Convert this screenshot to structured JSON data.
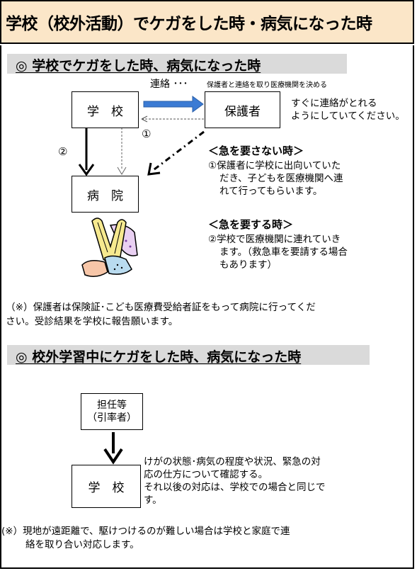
{
  "title": "学校（校外活動）でケガをした時・病気になった時",
  "section1": {
    "heading": "◎ 学校でケガをした時、病気になった時",
    "school": "学　校",
    "guardian": "保護者",
    "hospital": "病　院",
    "contact_label": "連絡 ･･･",
    "contact_note": "保護者と連絡を取り医療機関を決める",
    "marker_1": "①",
    "marker_2": "②",
    "guardian_note_1": "すぐに連絡がとれる",
    "guardian_note_2": "ようにしていてください。",
    "non_urgent_heading": "＜急を要さない時＞",
    "non_urgent_1": "①保護者に学校に出向いていた",
    "non_urgent_2": "だき、子どもを医療機関へ連",
    "non_urgent_3": "れて行ってもらいます。",
    "urgent_heading": "＜急を要する時＞",
    "urgent_1": "②学校で医療機関に連れていき",
    "urgent_2": "ます。（救急車を要請する場合",
    "urgent_3": "もあります）",
    "note_1": "（※）保護者は保険証･こども医療費受給者証をもって病院に行ってくだ",
    "note_2": "さい。受診結果を学校に報告願います。"
  },
  "section2": {
    "heading": "◎ 校外学習中にケガをした時、病気になった時",
    "teacher_1": "担任等",
    "teacher_2": "（引率者）",
    "school": "学　校",
    "desc_1": "けがの状態･病気の程度や状況、緊急の対",
    "desc_2": "応の仕方について確認する。",
    "desc_3": "それ以後の対応は、学校での場合と同じで",
    "desc_4": "す。",
    "note_1": "(※）現地が遠距離で、駆けつけるのが難しい場合は学校と家庭で連",
    "note_2": "絡を取り合い対応します。"
  },
  "colors": {
    "title_bg": "#fbe6c8",
    "section_bg": "#dadada",
    "arrow_blue": "#3b7bd4"
  },
  "icons": {
    "illustration": "arm-sling-icon"
  }
}
